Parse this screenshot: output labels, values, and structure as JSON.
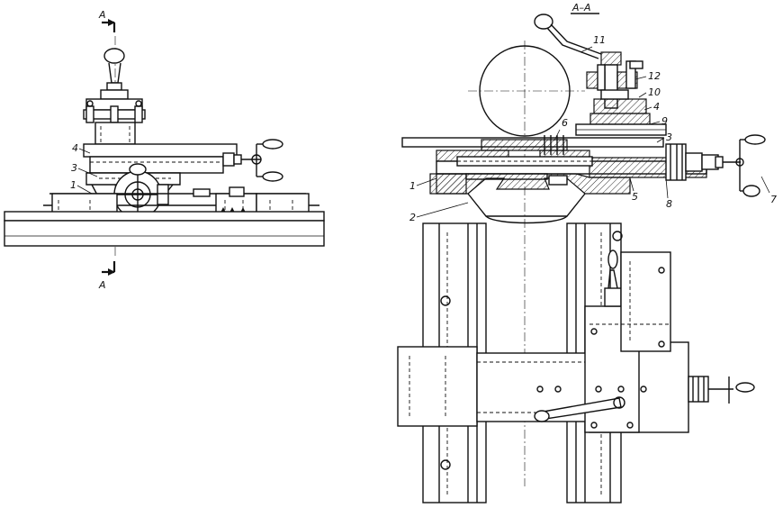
{
  "section_marks": {
    "top_left": "A",
    "bottom_left": "A",
    "section_title": "A–A"
  },
  "callouts_left": [
    "4",
    "3",
    "1"
  ],
  "callouts_right": [
    "11",
    "12",
    "10",
    "4",
    "9",
    "3",
    "6",
    "1",
    "2",
    "5",
    "8",
    "7"
  ]
}
